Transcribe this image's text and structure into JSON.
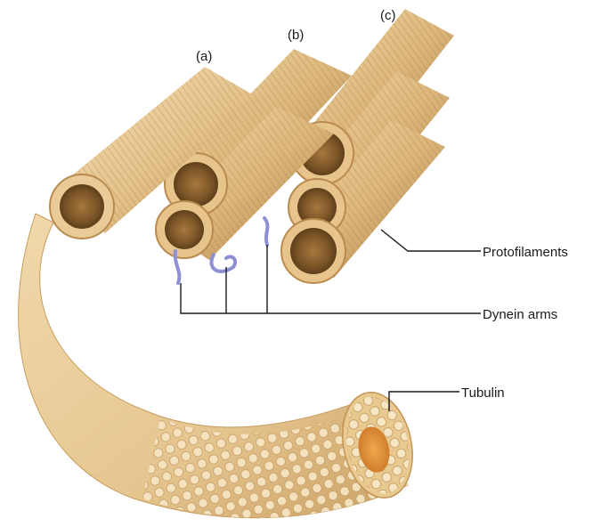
{
  "figure": {
    "tube_labels": {
      "a": "(a)",
      "b": "(b)",
      "c": "(c)"
    },
    "callouts": {
      "protofilaments": "Protofilaments",
      "dynein_arms": "Dynein arms",
      "tubulin": "Tubulin"
    },
    "colors": {
      "tube_light": "#f3ddb1",
      "tube_mid": "#e2bf83",
      "tube_dark": "#b78a4f",
      "tube_shadow": "#8a6536",
      "dynein": "#8f8fd6",
      "core_orange": "#e39a3f",
      "leader": "#1a1a1a"
    }
  }
}
